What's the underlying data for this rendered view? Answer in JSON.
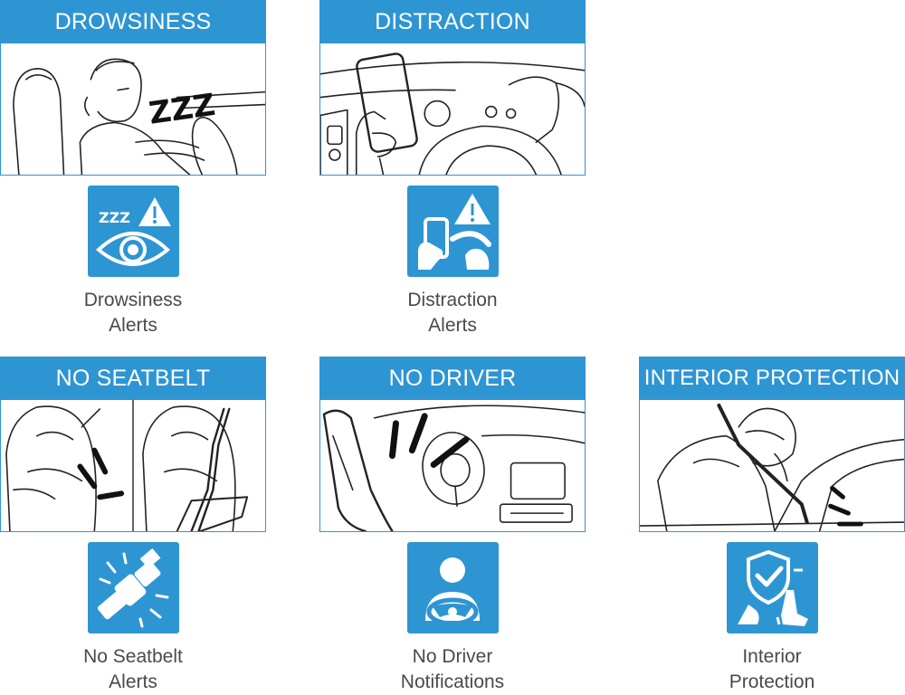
{
  "colors": {
    "accent": "#2e95d3",
    "caption_text": "#4a4a4a",
    "banner_text": "#ffffff"
  },
  "cards": [
    {
      "title": "DROWSINESS",
      "caption_line1": "Drowsiness",
      "caption_line2": "Alerts",
      "scene_text": "ZZZ",
      "icon_text": "ZZZ",
      "icon": "eye-warning-icon"
    },
    {
      "title": "DISTRACTION",
      "caption_line1": "Distraction",
      "caption_line2": "Alerts",
      "icon": "phone-wheel-warning-icon"
    },
    {
      "title": "NO SEATBELT",
      "caption_line1": "No Seatbelt",
      "caption_line2": "Alerts",
      "icon": "seatbelt-buckle-icon"
    },
    {
      "title": "NO DRIVER",
      "caption_line1": "No Driver",
      "caption_line2": "Notifications",
      "icon": "driver-steering-icon"
    },
    {
      "title": "INTERIOR PROTECTION",
      "caption_line1": "Interior",
      "caption_line2": "Protection",
      "icon": "shield-seat-icon"
    }
  ]
}
